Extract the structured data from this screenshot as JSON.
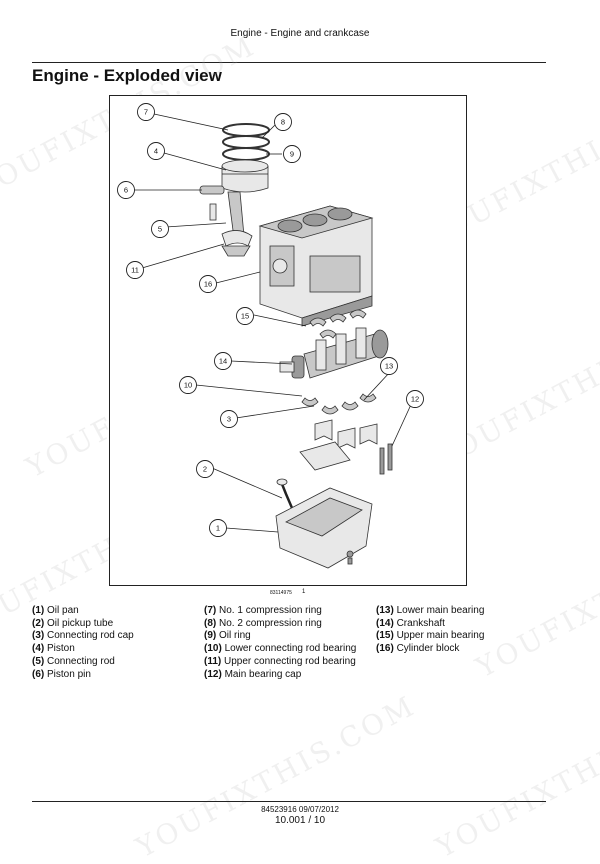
{
  "header": {
    "section": "Engine - Engine and crankcase"
  },
  "title": "Engine - Exploded view",
  "figure": {
    "id": "83114975",
    "number": "1"
  },
  "callouts": [
    "1",
    "2",
    "3",
    "4",
    "5",
    "6",
    "7",
    "8",
    "9",
    "10",
    "11",
    "12",
    "13",
    "14",
    "15",
    "16"
  ],
  "legend": {
    "col1": [
      {
        "num": "(1)",
        "label": "Oil pan"
      },
      {
        "num": "(2)",
        "label": "Oil pickup tube"
      },
      {
        "num": "(3)",
        "label": "Connecting rod cap"
      },
      {
        "num": "(4)",
        "label": "Piston"
      },
      {
        "num": "(5)",
        "label": "Connecting rod"
      },
      {
        "num": "(6)",
        "label": "Piston pin"
      }
    ],
    "col2": [
      {
        "num": "(7)",
        "label": "No. 1 compression ring"
      },
      {
        "num": "(8)",
        "label": "No. 2 compression ring"
      },
      {
        "num": "(9)",
        "label": "Oil ring"
      },
      {
        "num": "(10)",
        "label": "Lower connecting rod bearing"
      },
      {
        "num": "(11)",
        "label": "Upper connecting rod bearing"
      },
      {
        "num": "(12)",
        "label": "Main bearing cap"
      }
    ],
    "col3": [
      {
        "num": "(13)",
        "label": "Lower main bearing"
      },
      {
        "num": "(14)",
        "label": "Crankshaft"
      },
      {
        "num": "(15)",
        "label": "Upper main bearing"
      },
      {
        "num": "(16)",
        "label": "Cylinder block"
      }
    ]
  },
  "footer": {
    "code": "84523916 09/07/2012",
    "page": "10.001 / 10"
  },
  "watermark": "YOUFIXTHIS.COM"
}
